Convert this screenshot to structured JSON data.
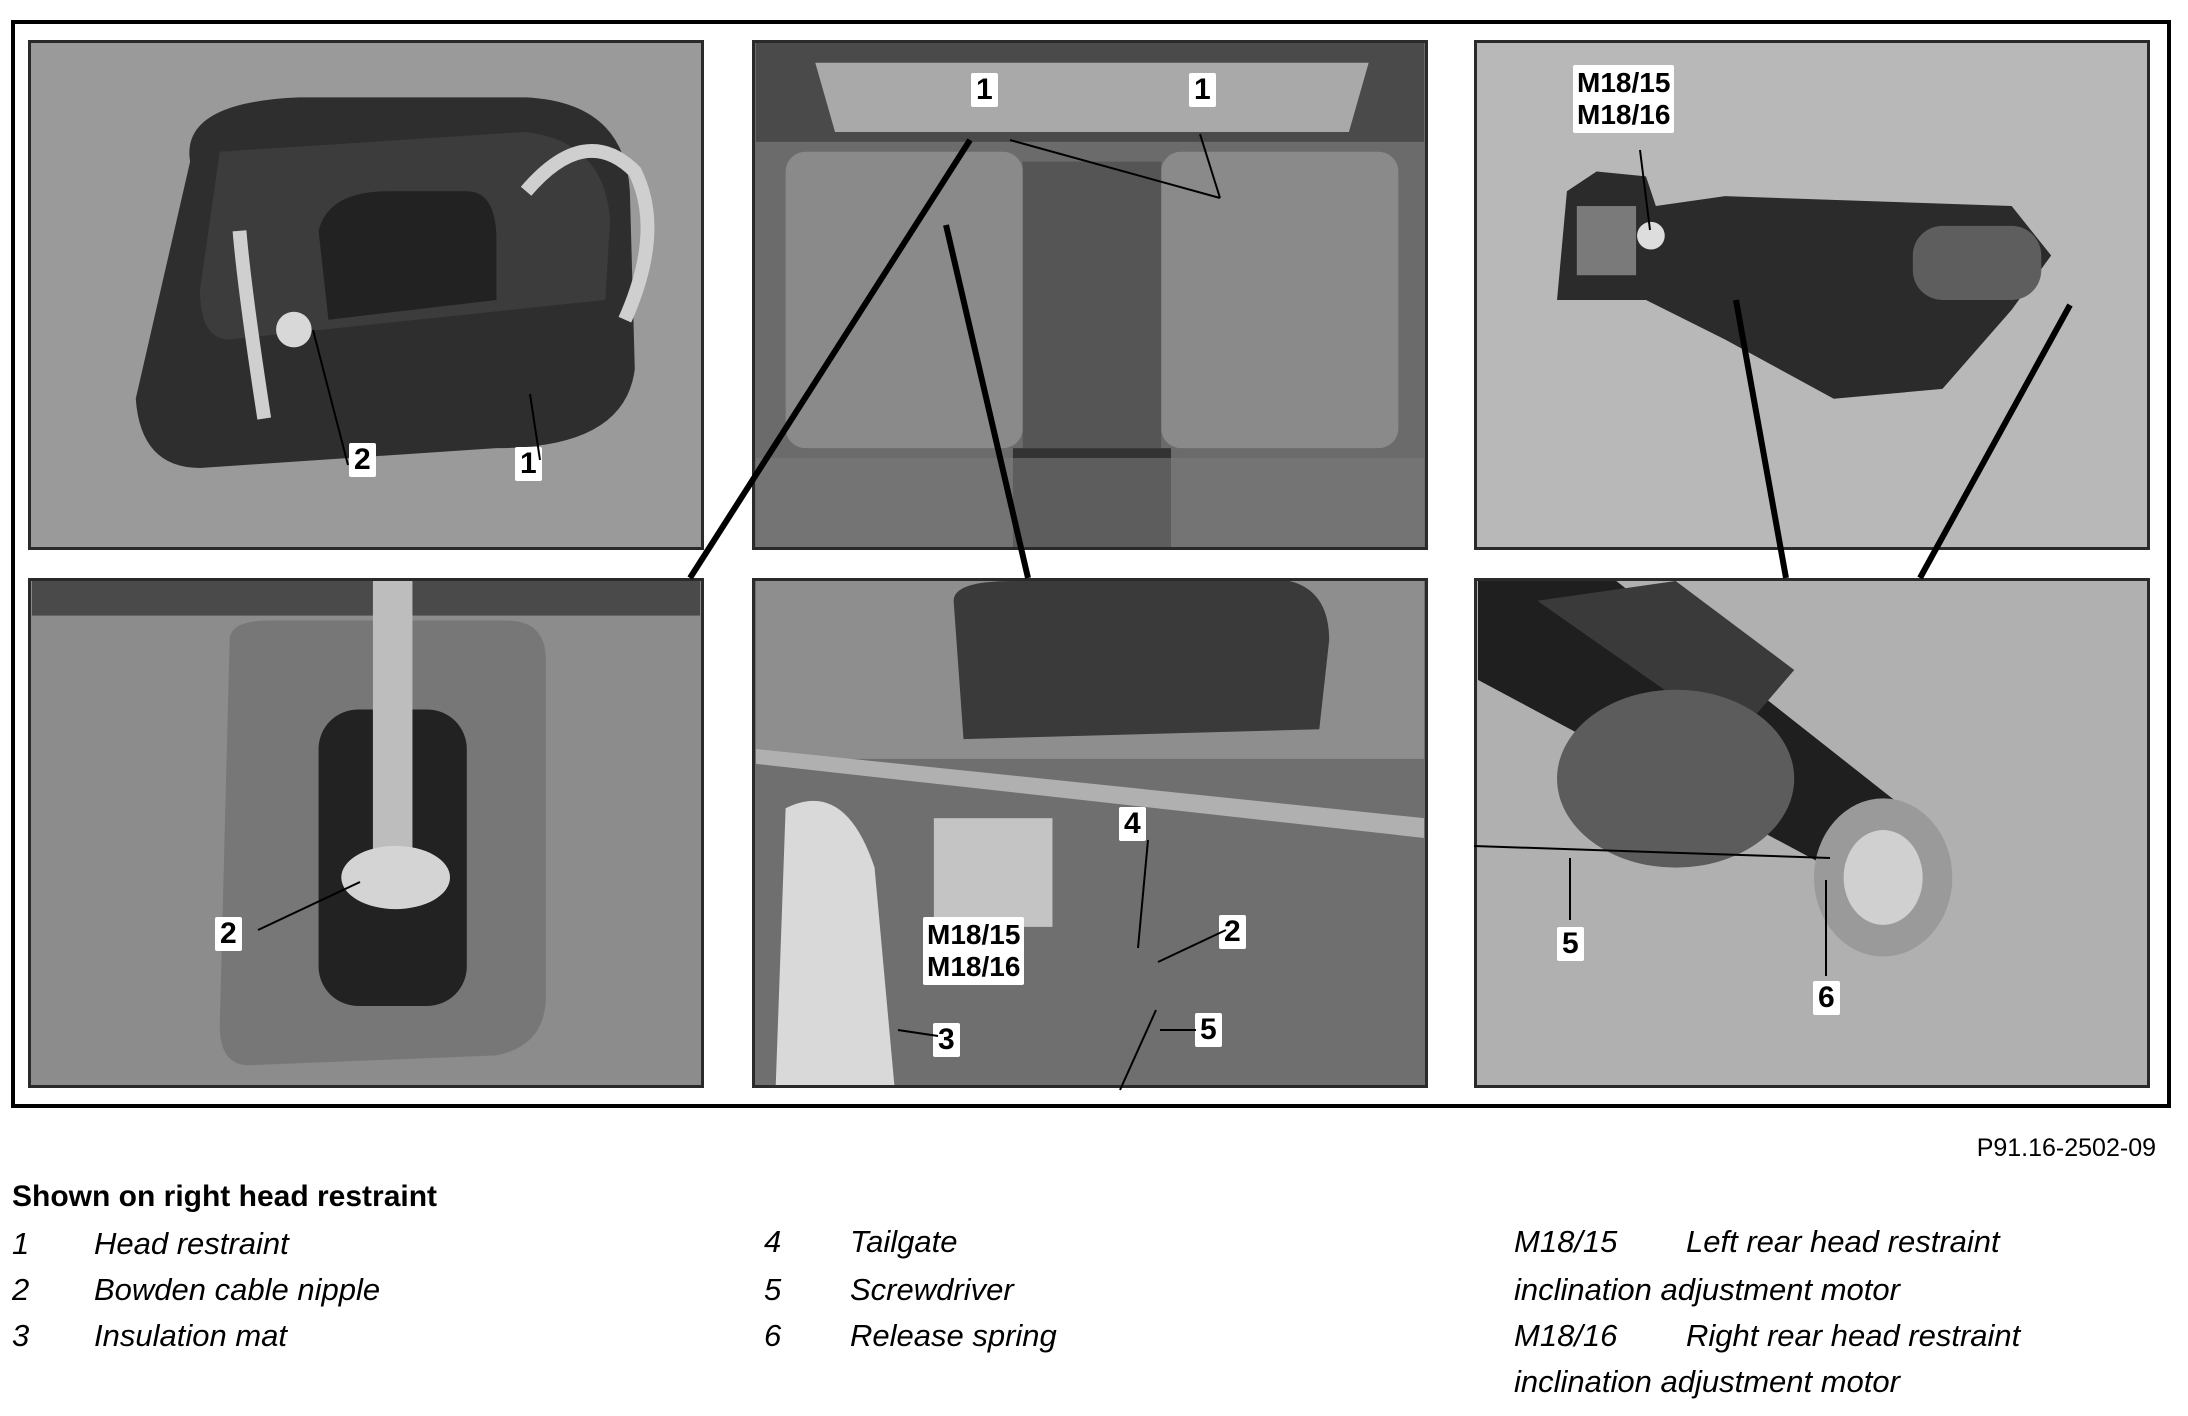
{
  "figure": {
    "reference_code": "P91.16-2502-09",
    "panels": [
      {
        "id": "top-left",
        "callouts": [
          "2",
          "1"
        ]
      },
      {
        "id": "top-center",
        "callouts": [
          "1",
          "1"
        ]
      },
      {
        "id": "top-right",
        "callouts": [
          "M18/15",
          "M18/16"
        ]
      },
      {
        "id": "bottom-left",
        "callouts": [
          "2"
        ]
      },
      {
        "id": "bottom-center",
        "callouts": [
          "4",
          "M18/15",
          "M18/16",
          "2",
          "3",
          "5"
        ]
      },
      {
        "id": "bottom-right",
        "callouts": [
          "5",
          "6"
        ]
      }
    ]
  },
  "caption": {
    "heading": "Shown on right head restraint",
    "legend_column_1": [
      {
        "key": "1",
        "text": "Head restraint"
      },
      {
        "key": "2",
        "text": "Bowden cable nipple"
      },
      {
        "key": "3",
        "text": "Insulation mat"
      }
    ],
    "legend_column_2": [
      {
        "key": "4",
        "text": "Tailgate"
      },
      {
        "key": "5",
        "text": "Screwdriver"
      },
      {
        "key": "6",
        "text": "Release spring"
      }
    ],
    "legend_column_3": [
      {
        "key": "M18/15",
        "text": "Left rear head restraint",
        "continuation": "inclination adjustment motor"
      },
      {
        "key": "M18/16",
        "text": "Right rear head restraint",
        "continuation": "inclination adjustment motor"
      }
    ]
  }
}
